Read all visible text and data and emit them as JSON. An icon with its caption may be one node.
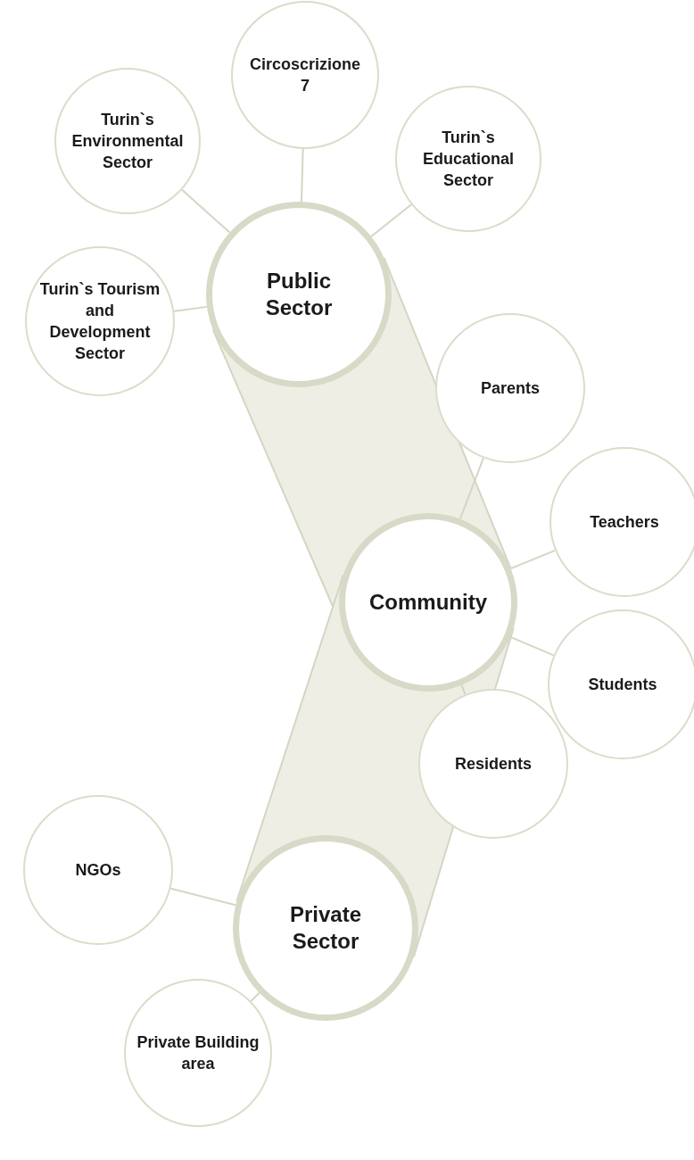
{
  "diagram": {
    "nodes": [
      {
        "text": [
          "Circoscrizione 7"
        ]
      },
      {
        "text": [
          "Turin`s Environmental Sector"
        ]
      },
      {
        "text": [
          "Turin`s Educational Sector"
        ]
      },
      {
        "text": [
          "Public Sector"
        ]
      },
      {
        "text": [
          "Turin`s Tourism and Development Sector"
        ]
      },
      {
        "text": [
          "Parents"
        ]
      },
      {
        "text": [
          "Teachers"
        ]
      },
      {
        "text": [
          "Community"
        ]
      },
      {
        "text": [
          "Students"
        ]
      },
      {
        "text": [
          "Residents"
        ]
      },
      {
        "text": [
          "Private Sector"
        ]
      },
      {
        "text": [
          "NGOs"
        ]
      },
      {
        "text": [
          "Private Building area"
        ]
      }
    ],
    "edges": [
      {
        "from": 3,
        "to": 7,
        "arrow": "none",
        "style": "thick"
      },
      {
        "from": 7,
        "to": 10,
        "arrow": "none",
        "style": "thick"
      },
      {
        "from": 0,
        "to": 3,
        "arrow": "none"
      },
      {
        "from": 1,
        "to": 3,
        "arrow": "none"
      },
      {
        "from": 2,
        "to": 3,
        "arrow": "none"
      },
      {
        "from": 4,
        "to": 3,
        "arrow": "none"
      },
      {
        "from": 5,
        "to": 7,
        "arrow": "none"
      },
      {
        "from": 6,
        "to": 7,
        "arrow": "none"
      },
      {
        "from": 8,
        "to": 7,
        "arrow": "none"
      },
      {
        "from": 9,
        "to": 7,
        "arrow": "none"
      },
      {
        "from": 11,
        "to": 10,
        "arrow": "none"
      },
      {
        "from": 12,
        "to": 10,
        "arrow": "none"
      }
    ]
  }
}
